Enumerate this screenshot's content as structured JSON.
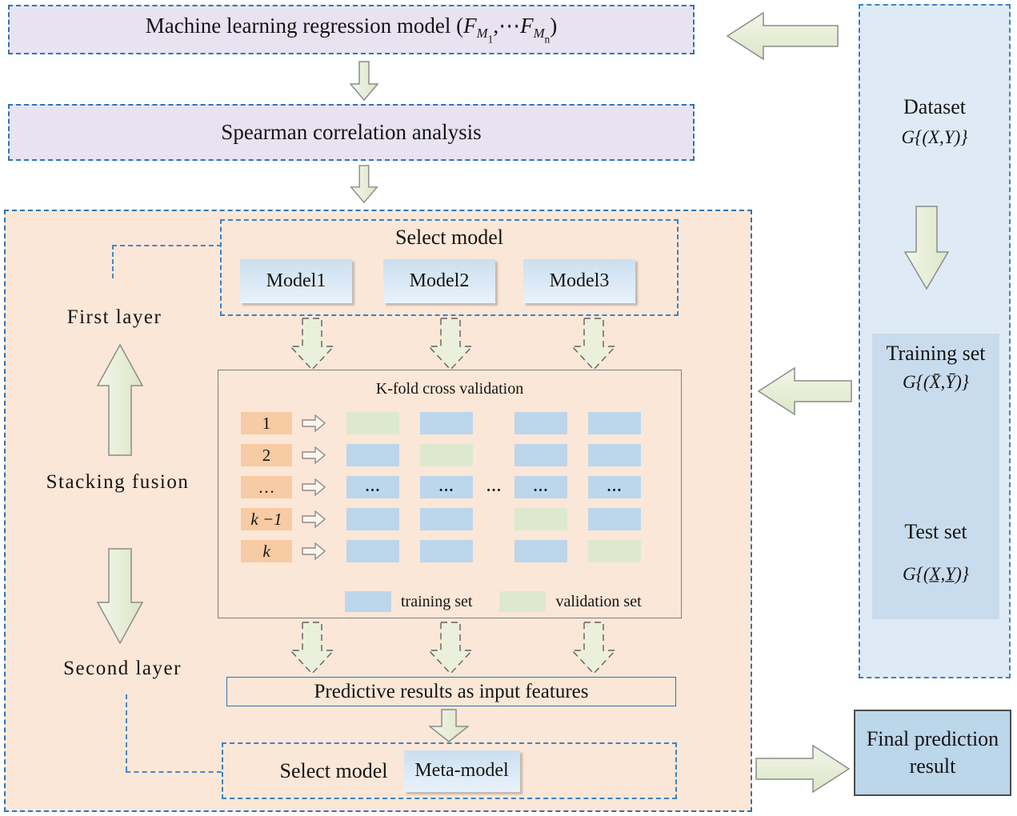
{
  "palette": {
    "peach_bg": "#FBE7D7",
    "lavender_bg": "#E8E3F1",
    "panel_blue_bg": "#DEEBF6",
    "inner_blue_bg": "#C9DCEE",
    "final_blue_bg": "#BCD6EA",
    "model_blue": "#CBDFF0",
    "training_cell_blue": "#BCD6EC",
    "validation_cell_green": "#DDE9CE",
    "fold_label_orange": "#F7CBA4",
    "arrow_green": "#E7EDD8",
    "dashed_border_blue": "#2E75B6"
  },
  "top_flow": {
    "ml_box": {
      "text": "Machine learning regression model ",
      "math": {
        "open": "(",
        "f1": "F",
        "m1": "M",
        "s1": "1",
        "sep": ",⋯",
        "f2": "F",
        "m2": "M",
        "s2": "n",
        "close": ")"
      }
    },
    "spearman_box": {
      "text": "Spearman correlation analysis"
    }
  },
  "stacking": {
    "first_layer_label": "First layer",
    "fusion_label": "Stacking fusion",
    "second_layer_label": "Second layer",
    "select_top": {
      "title": "Select model",
      "models": [
        "Model1",
        "Model2",
        "Model3"
      ]
    },
    "kfold": {
      "title": "K-fold cross validation",
      "dots": "…",
      "rows": [
        {
          "label": "1",
          "italic": false,
          "dots": false,
          "cells": [
            "val",
            "tr",
            "tr",
            "tr"
          ]
        },
        {
          "label": "2",
          "italic": false,
          "dots": false,
          "cells": [
            "tr",
            "val",
            "tr",
            "tr"
          ]
        },
        {
          "label": "…",
          "italic": false,
          "dots": true,
          "cells": [
            "tr",
            "tr",
            "tr",
            "tr"
          ]
        },
        {
          "label": "k −1",
          "italic": true,
          "dots": false,
          "cells": [
            "tr",
            "tr",
            "val",
            "tr"
          ]
        },
        {
          "label": "k",
          "italic": true,
          "dots": false,
          "cells": [
            "tr",
            "tr",
            "tr",
            "val"
          ]
        }
      ],
      "legend": [
        {
          "label": "training set",
          "color": "#BCD6EC"
        },
        {
          "label": "validation set",
          "color": "#DDE9CE"
        }
      ]
    },
    "predictive_box": {
      "text": "Predictive results as input features"
    },
    "select_bottom": {
      "title": "Select model",
      "meta_model": "Meta-model"
    }
  },
  "right_panel": {
    "dataset_label": "Dataset",
    "dataset_math": "G{(X,Y)}",
    "training_label": "Training set",
    "training_math": "G{(X̄,Ȳ)}",
    "test_label": "Test set",
    "test_math": "G{(X̲,Y̲)}"
  },
  "final_box": {
    "line1": "Final prediction",
    "line2": "result"
  }
}
